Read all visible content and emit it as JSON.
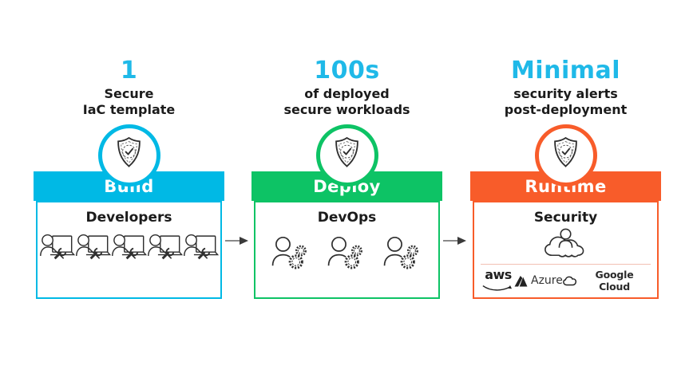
{
  "colors": {
    "stat_text": "#1FB9E8",
    "arrow_shaft": "#8A8A8A",
    "arrow_head": "#3A3A3A",
    "icon_stroke": "#2F2F2F",
    "divider": "#F2C0B4"
  },
  "badge_icon": "shield-check-icon",
  "stages": [
    {
      "stat_value": "1",
      "stat_caption_lines": [
        "Secure",
        "IaC template"
      ],
      "stage_label": "Build",
      "team_label": "Developers",
      "team_icon": "developer-at-laptop-with-wrench-icon",
      "team_icon_count": 5,
      "accent_color": "#00B9E5"
    },
    {
      "stat_value": "100s",
      "stat_caption_lines": [
        "of deployed",
        "secure workloads"
      ],
      "stage_label": "Deploy",
      "team_label": "DevOps",
      "team_icon": "person-with-gears-icon",
      "team_icon_count": 3,
      "accent_color": "#0DC365"
    },
    {
      "stat_value": "Minimal",
      "stat_caption_lines": [
        "security alerts",
        "post-deployment"
      ],
      "stage_label": "Runtime",
      "team_label": "Security",
      "team_icon": "cloud-with-person-icon",
      "team_icon_count": 1,
      "accent_color": "#F85C2A",
      "cloud_providers": [
        "aws",
        "Azure",
        "Google Cloud"
      ]
    }
  ]
}
